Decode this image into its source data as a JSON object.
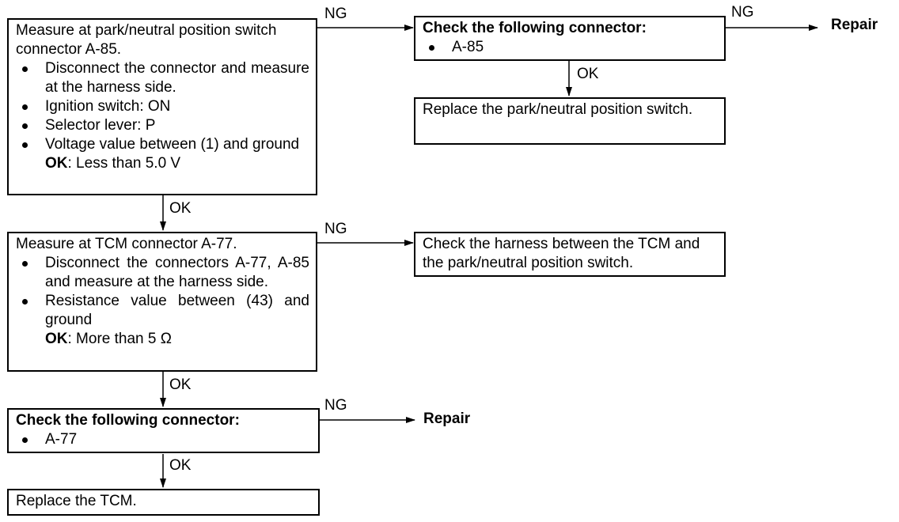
{
  "box1": {
    "lines": [
      "Measure at park/neutral position switch",
      "connector A-85."
    ],
    "bullets": [
      "Disconnect the connector and measure at the harness side.",
      "Ignition switch: ON",
      "Selector lever: P",
      "Voltage value between (1) and ground"
    ],
    "ok_label": "OK",
    "ok_value": ": Less than 5.0 V"
  },
  "box2": {
    "title": "Check the following connector:",
    "bullets": [
      "A-85"
    ]
  },
  "box3": {
    "text": "Replace the park/neutral position switch."
  },
  "box4": {
    "line": "Measure at TCM connector A-77.",
    "bullets": [
      "Disconnect the connectors A-77, A-85 and measure at the harness side.",
      "Resistance value between (43) and ground"
    ],
    "ok_label": "OK",
    "ok_value": ": More than 5 Ω"
  },
  "box5": {
    "text": "Check the harness between the TCM and the park/neutral position switch."
  },
  "box6": {
    "title": "Check the following connector:",
    "bullets": [
      "A-77"
    ]
  },
  "box7": {
    "text": "Replace the TCM."
  },
  "labels": {
    "ng": "NG",
    "ok": "OK",
    "repair": "Repair"
  }
}
